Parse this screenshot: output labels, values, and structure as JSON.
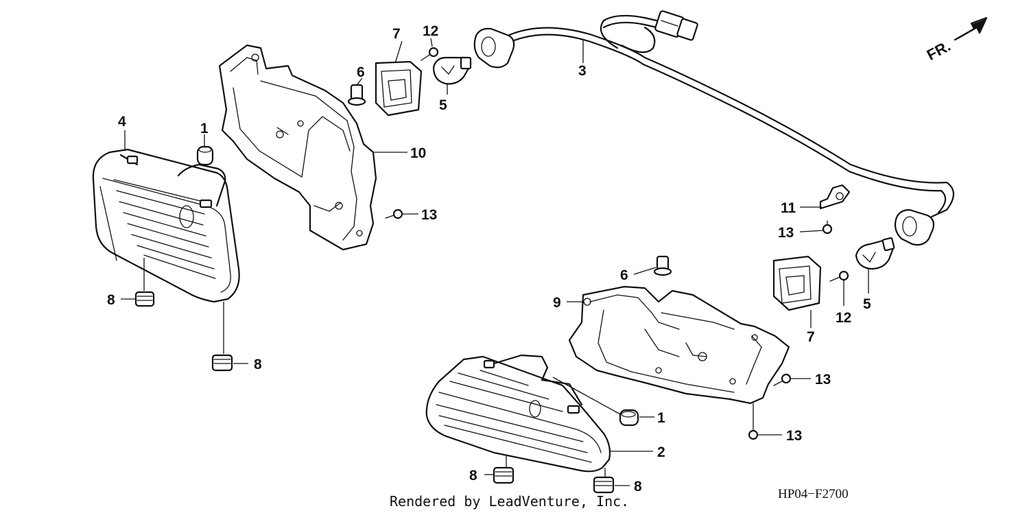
{
  "callouts": {
    "c1a": "1",
    "c1b": "1",
    "c2": "2",
    "c3": "3",
    "c4": "4",
    "c5a": "5",
    "c5b": "5",
    "c6a": "6",
    "c6b": "6",
    "c7a": "7",
    "c7b": "7",
    "c8a": "8",
    "c8b": "8",
    "c8c": "8",
    "c8d": "8",
    "c9": "9",
    "c10": "10",
    "c11": "11",
    "c12a": "12",
    "c12b": "12",
    "c13a": "13",
    "c13b": "13",
    "c13c": "13",
    "c13d": "13"
  },
  "direction_label": "FR.",
  "diagram_code": "HP04−F2700",
  "credit": "Rendered by LeadVenture, Inc."
}
